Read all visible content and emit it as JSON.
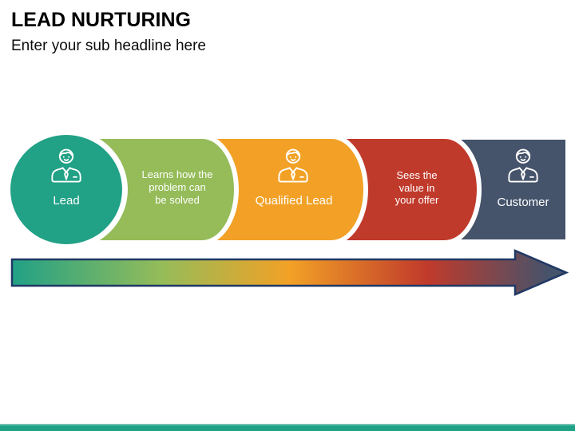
{
  "slide": {
    "title": "LEAD NURTURING",
    "subtitle": "Enter your sub headline here"
  },
  "stages": [
    {
      "id": "lead",
      "label": "Lead",
      "color": "#21A186",
      "icon": "businessman-icon"
    },
    {
      "id": "learns",
      "lines": [
        "Learns how the",
        "problem can",
        "be solved"
      ],
      "color": "#95BC59"
    },
    {
      "id": "qualified-lead",
      "label": "Qualified Lead",
      "color": "#F2A126",
      "icon": "businessman-icon"
    },
    {
      "id": "sees-value",
      "lines": [
        "Sees the",
        "value in",
        "your offer"
      ],
      "color": "#C03A2B"
    },
    {
      "id": "customer",
      "label": "Customer",
      "color": "#45536B",
      "icon": "businessman-icon"
    }
  ],
  "arrow": {
    "outline_color": "#1F3864",
    "gradient": [
      "#21A186",
      "#95BC59",
      "#F2A126",
      "#C03A2B",
      "#45536B"
    ]
  },
  "footer_bar": {
    "color": "#1FA185",
    "highlight_color": "#6FC2B2"
  }
}
